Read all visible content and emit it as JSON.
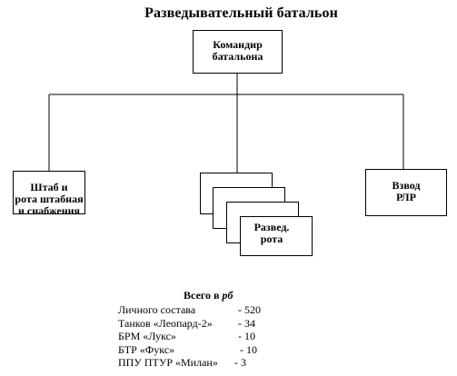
{
  "title": "Разведывательный батальон",
  "units": {
    "commander": "Командир\nбатальона",
    "hq": "Штаб и\nрота штабная\nи снабжения",
    "recon": "Развед.\nрота",
    "radar": "Взвод\nРЛР"
  },
  "summary": {
    "heading": "Всего в",
    "heading_abbr": "рб",
    "rows": [
      {
        "label": "Личного состава",
        "value": "-   520"
      },
      {
        "label": "Танков  «Леопард-2»",
        "value": "-   34"
      },
      {
        "label": "БРМ  «Лукс»",
        "value": "-   10"
      },
      {
        "label": "БТР   «Фукс»",
        "value": "-   10"
      },
      {
        "label": "ППУ ПТУР «Милан»",
        "value": "-   3"
      }
    ]
  }
}
